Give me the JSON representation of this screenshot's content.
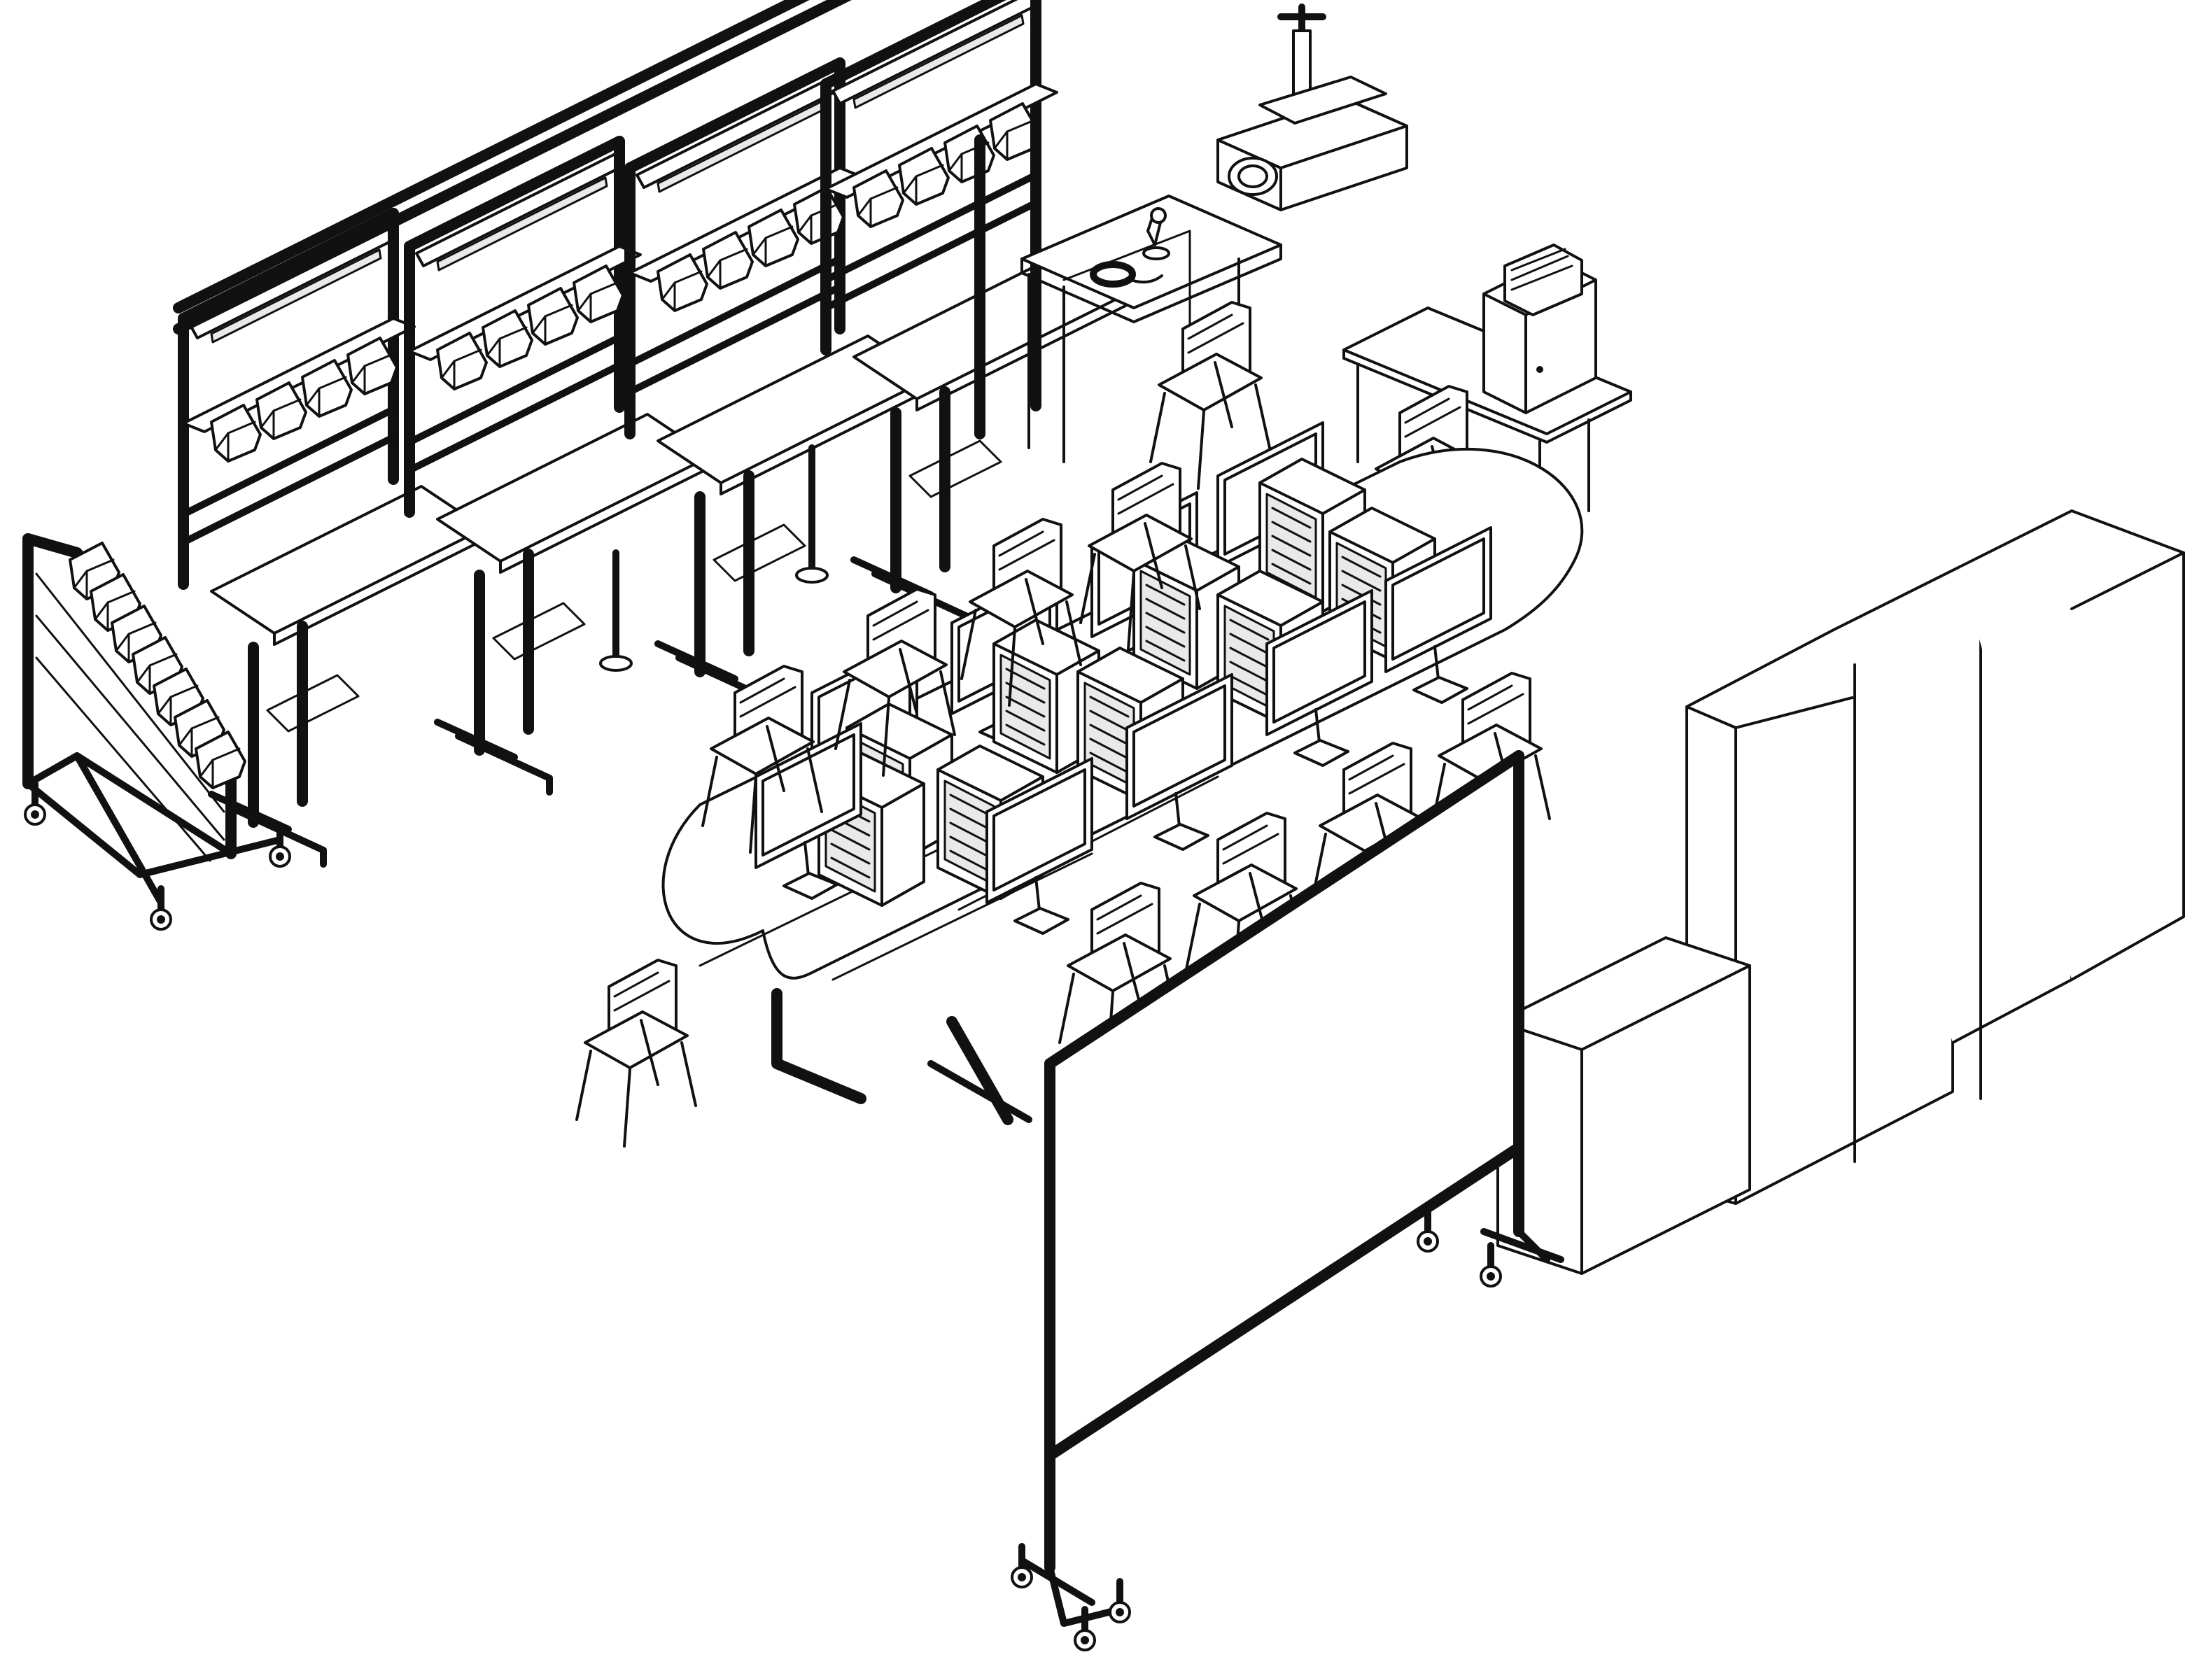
{
  "scene": {
    "objects": [
      "workbench-row",
      "parts-bin-trolley",
      "ceiling-projector",
      "instructor-desk",
      "side-table",
      "oval-computer-table",
      "storage-cabinets",
      "mobile-whiteboard"
    ]
  }
}
